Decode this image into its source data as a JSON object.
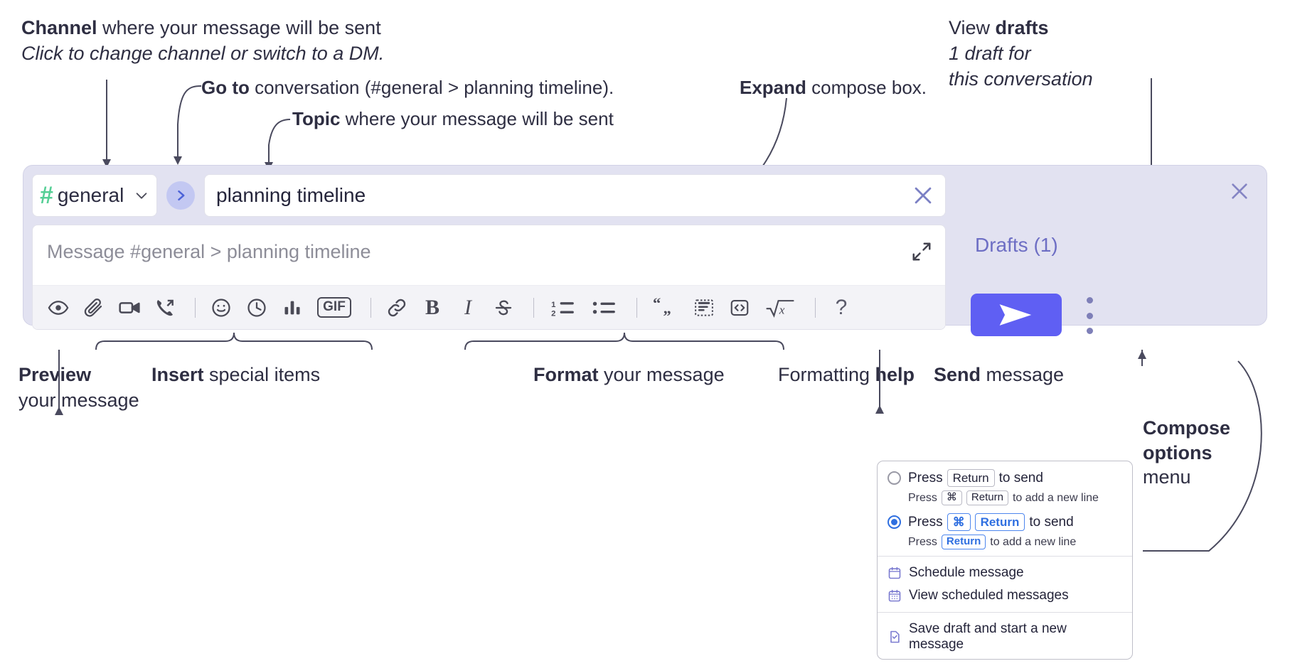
{
  "annotations": {
    "channel": {
      "line1_bold": "Channel",
      "line1_rest": " where your message will be sent",
      "line2_italic": "Click to change channel or switch to a DM."
    },
    "goto": {
      "bold": "Go to",
      "rest": " conversation (#general > planning timeline)."
    },
    "topic": {
      "bold": "Topic",
      "rest": " where your message will be sent"
    },
    "expand": {
      "bold": "Expand",
      "rest": " compose box."
    },
    "drafts": {
      "line1_prefix": "View ",
      "line1_bold": "drafts",
      "line2_italic": "1 draft for",
      "line3_italic": "this conversation"
    },
    "preview": {
      "line1_bold": "Preview",
      "line2": "your message"
    },
    "insert": {
      "bold": "Insert",
      "rest": " special items"
    },
    "format": {
      "bold": "Format",
      "rest": " your message"
    },
    "help": {
      "prefix": "Formatting ",
      "bold": "help"
    },
    "send": {
      "bold": "Send",
      "rest": " message"
    },
    "compose_options": {
      "line1_bold": "Compose",
      "line2_bold": "options",
      "line3": "menu"
    }
  },
  "compose": {
    "channel": {
      "hash": "#",
      "name": "general",
      "icon": "hash-icon",
      "chevron": "chevron-down-icon"
    },
    "goto_button": {
      "icon": "chevron-right-icon",
      "label": "Go to conversation"
    },
    "topic": {
      "value": "planning timeline",
      "clear_icon": "close-icon"
    },
    "message": {
      "placeholder": "Message #general > planning timeline",
      "value": "",
      "expand_icon": "expand-icon"
    },
    "toolbar": [
      {
        "name": "preview-icon",
        "label": "Preview"
      },
      {
        "name": "attachment-icon",
        "label": "Attach file"
      },
      {
        "name": "video-camera-icon",
        "label": "Record video clip"
      },
      {
        "name": "phone-arrow-icon",
        "label": "Record audio clip"
      },
      {
        "name": "divider",
        "label": ""
      },
      {
        "name": "emoji-icon",
        "label": "Emoji"
      },
      {
        "name": "clock-icon",
        "label": "Reminder"
      },
      {
        "name": "bar-chart-icon",
        "label": "Poll"
      },
      {
        "name": "gif-icon",
        "label": "GIF"
      },
      {
        "name": "divider",
        "label": ""
      },
      {
        "name": "link-icon",
        "label": "Link"
      },
      {
        "name": "bold-icon",
        "label": "Bold"
      },
      {
        "name": "italic-icon",
        "label": "Italic"
      },
      {
        "name": "strikethrough-icon",
        "label": "Strikethrough"
      },
      {
        "name": "divider",
        "label": ""
      },
      {
        "name": "ordered-list-icon",
        "label": "Ordered list"
      },
      {
        "name": "bullet-list-icon",
        "label": "Bulleted list"
      },
      {
        "name": "divider",
        "label": ""
      },
      {
        "name": "blockquote-icon",
        "label": "Blockquote"
      },
      {
        "name": "code-block-icon",
        "label": "Code block"
      },
      {
        "name": "inline-code-icon",
        "label": "Code"
      },
      {
        "name": "math-icon",
        "label": "Math"
      },
      {
        "name": "divider",
        "label": ""
      },
      {
        "name": "help-icon",
        "label": "?"
      }
    ],
    "gif_label": "GIF",
    "help_label": "?",
    "drafts_link": "Drafts (1)",
    "close_icon": "close-icon",
    "send_icon": "send-icon",
    "kebab_icon": "more-options-icon"
  },
  "menu": {
    "option1": {
      "pre": "Press",
      "key": "Return",
      "post": "to send",
      "selected": false
    },
    "option1_sub": {
      "pre": "Press",
      "key1": "⌘",
      "key2": "Return",
      "post": "to add a new line"
    },
    "option2": {
      "pre": "Press",
      "key1": "⌘",
      "key2": "Return",
      "post": "to send",
      "selected": true
    },
    "option2_sub": {
      "pre": "Press",
      "key": "Return",
      "post": "to add a new line"
    },
    "items": [
      {
        "label": "Schedule message",
        "icon": "calendar-icon"
      },
      {
        "label": "View scheduled messages",
        "icon": "calendar-grid-icon"
      },
      {
        "label": "Save draft and start a new message",
        "icon": "document-check-icon"
      }
    ]
  },
  "colors": {
    "compose_bg": "#e2e2f1",
    "send_purple": "#5f5ff3",
    "hash_green": "#55cf95",
    "drafts_purple": "#6d6ec4",
    "radio_blue": "#2f6fe0",
    "menu_icon_purple": "#7a7ad0"
  }
}
